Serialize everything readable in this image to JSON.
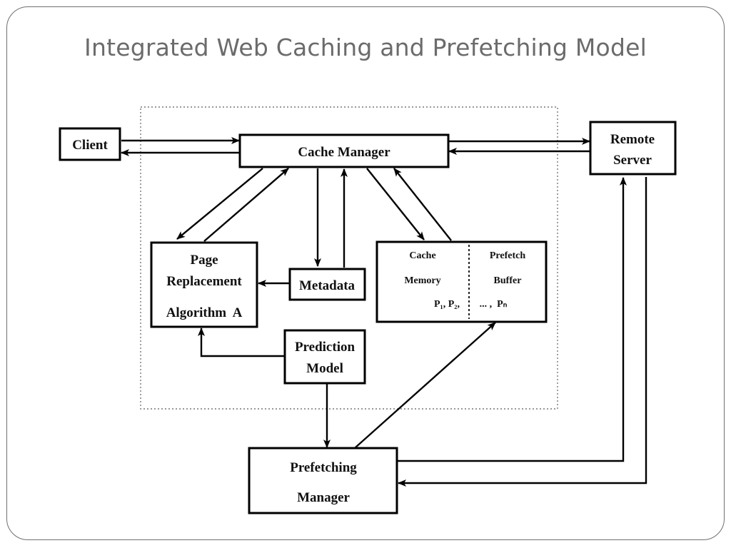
{
  "slide": {
    "title": "Integrated Web Caching and Prefetching Model"
  },
  "diagram": {
    "client": "Client",
    "cache_manager": "Cache Manager",
    "remote_server": [
      "Remote",
      "Server"
    ],
    "page_replacement": [
      "Page",
      "Replacement",
      "Algorithm  A"
    ],
    "metadata": "Metadata",
    "cache_memory": {
      "cache": "Cache",
      "memory": "Memory",
      "prefetch": "Prefetch",
      "buffer": "Buffer",
      "pages_left": "P₁, P₂,",
      "pages_right": "... ,  Pₙ"
    },
    "prediction_model": [
      "Prediction",
      "Model"
    ],
    "prefetching_manager": [
      "Prefetching",
      "Manager"
    ]
  }
}
